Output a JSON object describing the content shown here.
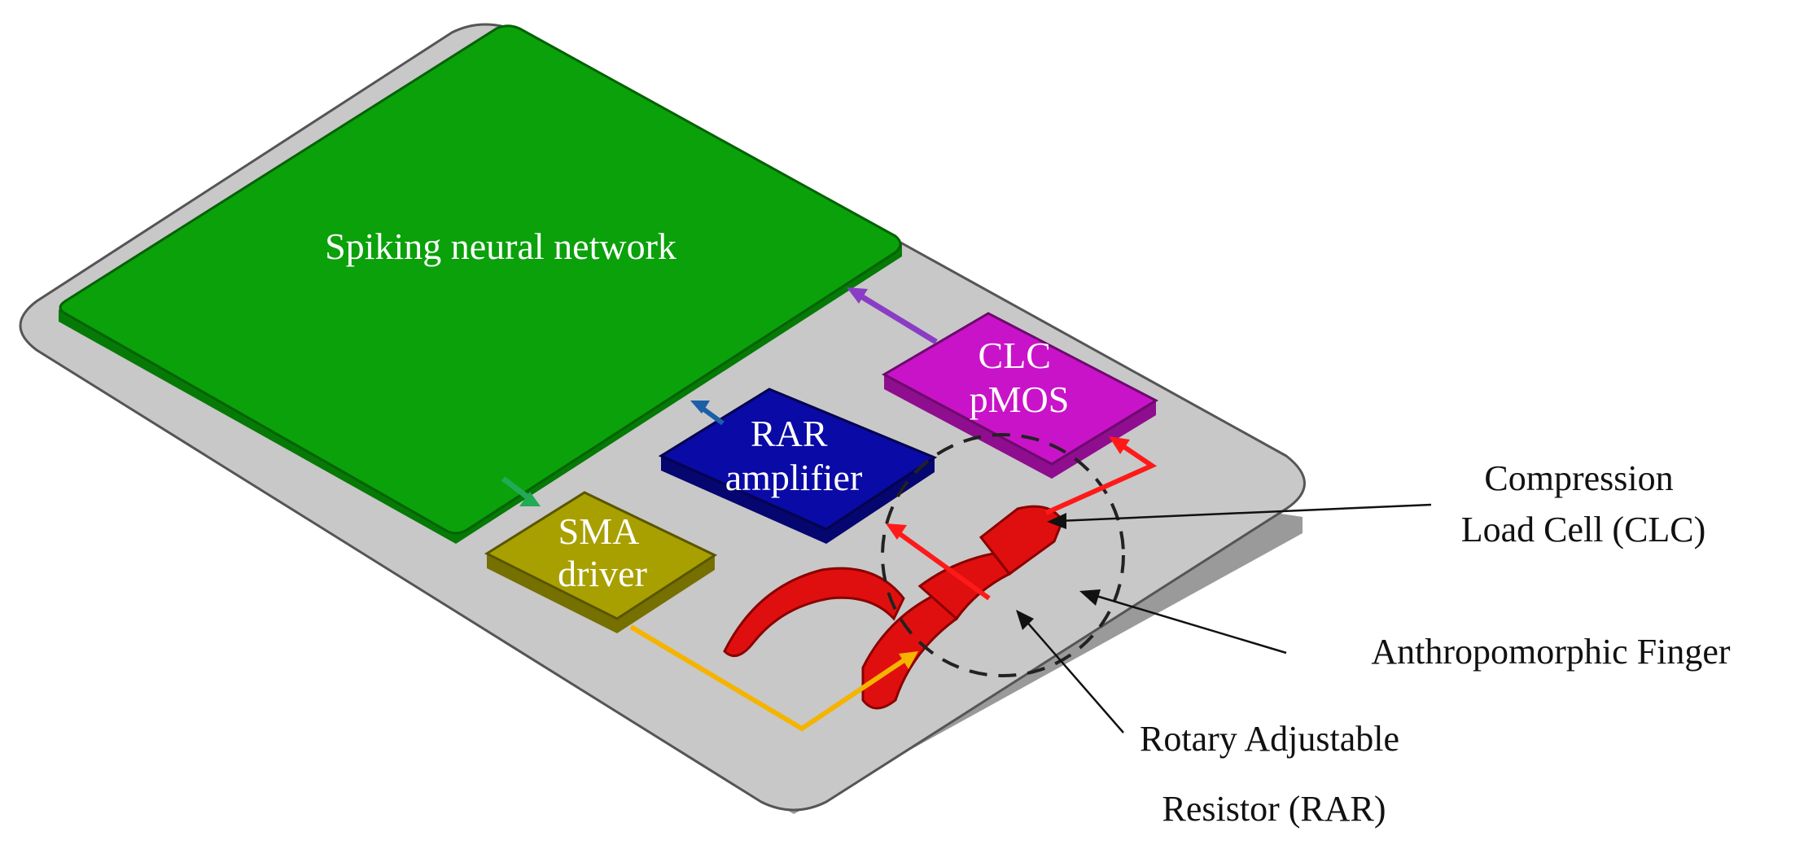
{
  "diagram": {
    "modules": {
      "snn": {
        "label": "Spiking neural network",
        "color": "#0aa10a",
        "edge": "#067a06"
      },
      "clc_pmos": {
        "lines": [
          "CLC",
          "pMOS"
        ],
        "color": "#c913c9",
        "edge": "#8f0d8f"
      },
      "rar_amp": {
        "lines": [
          "RAR",
          "amplifier"
        ],
        "color": "#0a0aa6",
        "edge": "#060670"
      },
      "sma_driver": {
        "lines": [
          "SMA",
          "driver"
        ],
        "color": "#a8a000",
        "edge": "#767000"
      }
    },
    "base_color": "#c8c8c8",
    "finger_color": "#e00f0f",
    "arrow_colors": {
      "clc_to_snn": "#8a3dc4",
      "rar_to_snn": "#1b5fa8",
      "snn_to_sma": "#22aa55",
      "clc_signal": "#ff1a1a",
      "rar_signal": "#ff1a1a",
      "sma_signal": "#f5b400"
    },
    "callouts": {
      "clc": [
        "Compression",
        "Load Cell (CLC)"
      ],
      "finger": [
        "Anthropomorphic Finger"
      ],
      "rar": [
        "Rotary Adjustable",
        "Resistor (RAR)"
      ]
    }
  }
}
